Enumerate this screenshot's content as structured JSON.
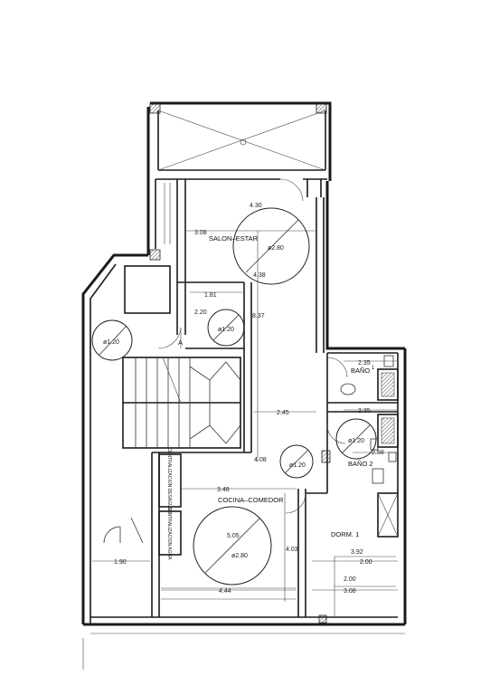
{
  "rooms": {
    "salon_estar": "SALON–ESTAR",
    "cocina_comedor": "COCINA–COMEDOR",
    "dorm_1": "DORM. 1",
    "bano_1": "BAÑO",
    "bano_1_num": "1",
    "bano_2": "BAÑO 2",
    "stair_mark": "A"
  },
  "dimensions": {
    "d_4_30": "4.30",
    "d_3_08_salon": "3.08",
    "d_4_38": "4.38",
    "d_1_81": "1.81",
    "d_2_20": "2.20",
    "d_8_37": "8.37",
    "d_2_35_top": "2.35",
    "d_2_45": "2.45",
    "d_2_35_mid": "2.35",
    "d_2_58": "2.58",
    "d_4_08": "4.08",
    "d_3_48": "3.48",
    "d_5_05": "5.05",
    "d_4_03": "4.03",
    "d_4_44": "4.44",
    "d_1_90": "1.90",
    "d_3_92": "3.92",
    "d_2_00_a": "2.00",
    "d_2_00_b": "2.00",
    "d_3_08_dorm": "3.08"
  },
  "circles": {
    "c_salon": "ø2.80",
    "c_hall_left": "ø1.20",
    "c_hall_mid": "ø1.20",
    "c_bano": "ø1.20",
    "c_cocina_small": "ø1.20",
    "c_cocina": "ø2.80"
  },
  "ducts": {
    "duct_upper": "CENTRALIZACION DESAGUES",
    "duct_lower": "CENTRALIZACION AGUA"
  }
}
